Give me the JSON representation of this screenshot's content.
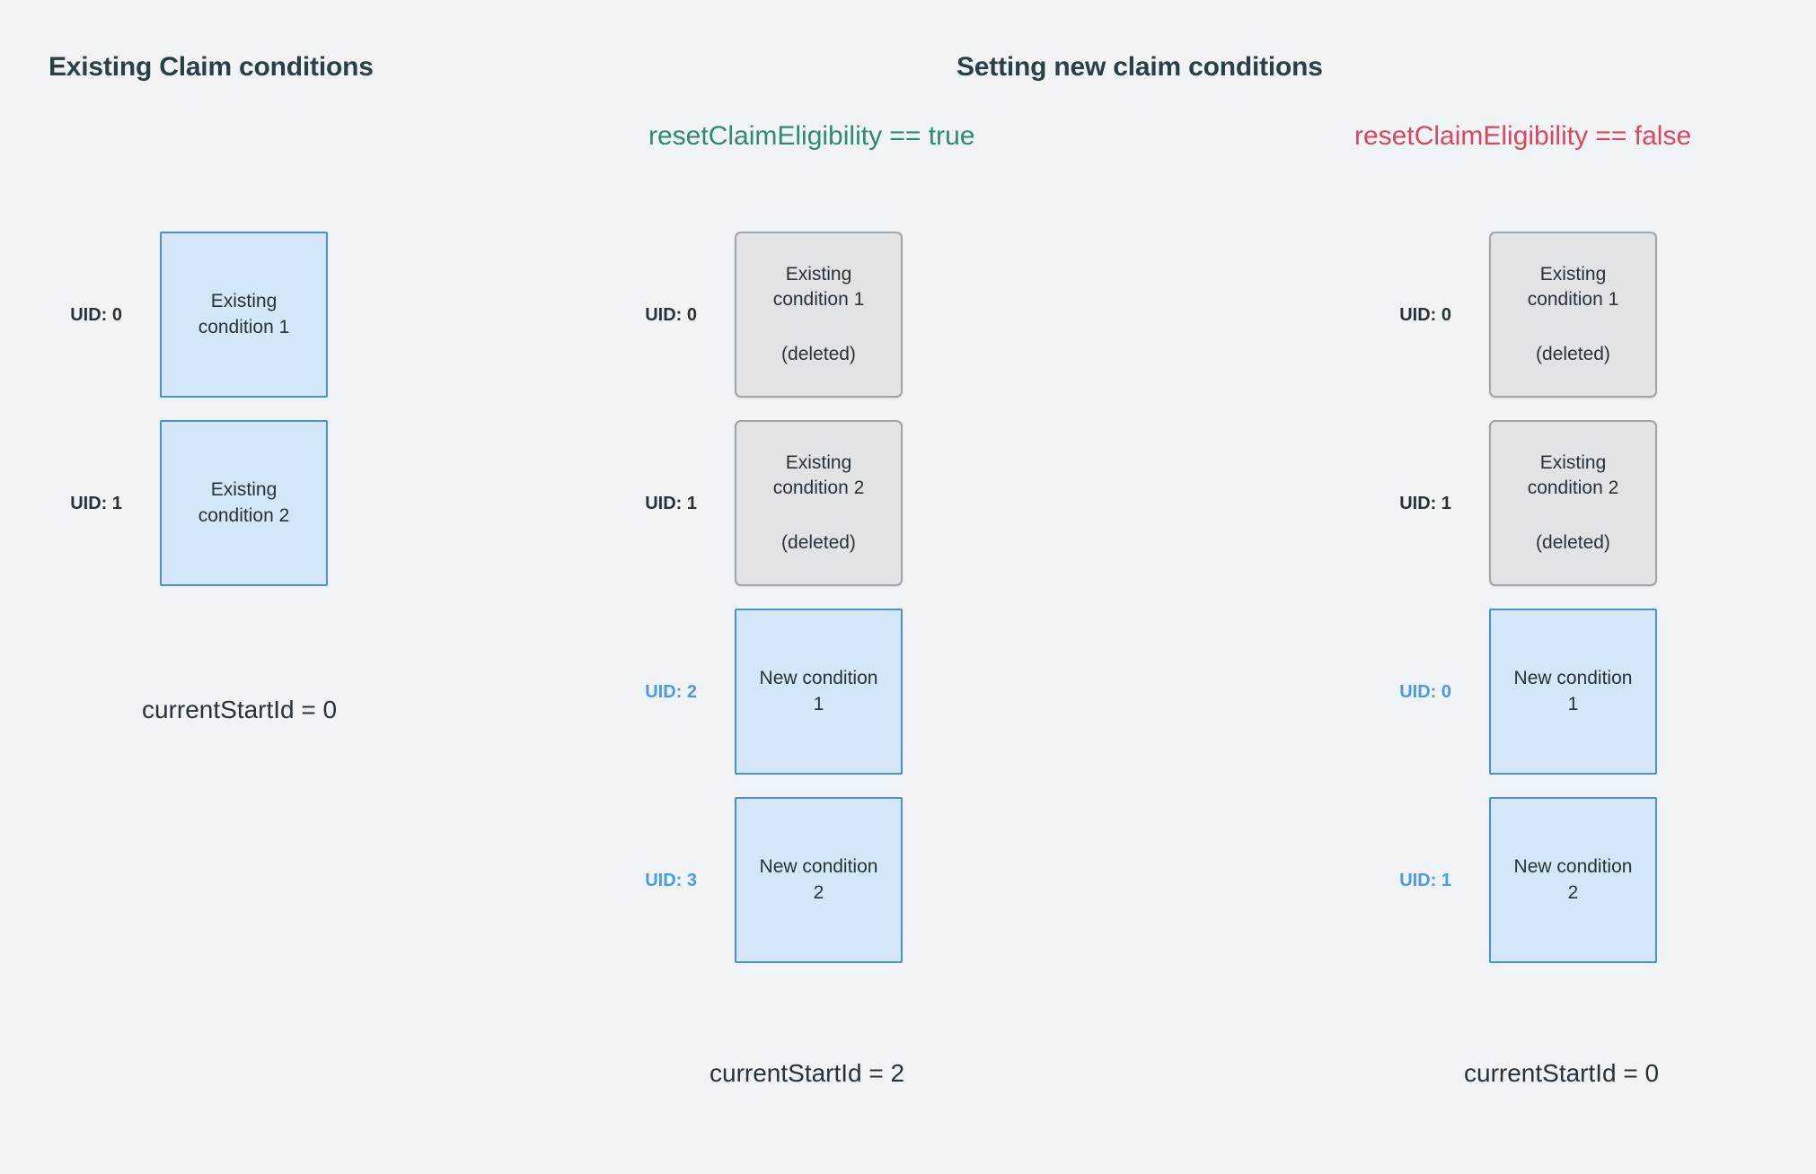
{
  "background_color": "#f0f4f6",
  "colors": {
    "heading": "#2c3e46",
    "true_flag": "#2f8a72",
    "false_flag": "#d9485f",
    "uid_existing": "#27323a",
    "uid_new": "#4a9ae8",
    "box_blue_fill": "#d4e7f9",
    "box_blue_border": "#4a90d9",
    "box_grey_fill": "#e1e4e7",
    "box_grey_border": "#9aa5ad"
  },
  "headings": {
    "existing": "Existing Claim conditions",
    "setting": "Setting new claim conditions"
  },
  "flags": {
    "reset_true": "resetClaimEligibility == true",
    "reset_false": "resetClaimEligibility == false"
  },
  "deleted_note": "(deleted)",
  "columns": {
    "existing": {
      "rows": [
        {
          "uid": "UID: 0",
          "uid_kind": "existing",
          "box_kind": "blue",
          "line1": "Existing",
          "line2": "condition 1",
          "deleted": false
        },
        {
          "uid": "UID: 1",
          "uid_kind": "existing",
          "box_kind": "blue",
          "line1": "Existing",
          "line2": "condition 2",
          "deleted": false
        }
      ],
      "start_id": "currentStartId = 0"
    },
    "reset_true": {
      "rows": [
        {
          "uid": "UID: 0",
          "uid_kind": "existing",
          "box_kind": "grey",
          "line1": "Existing",
          "line2": "condition 1",
          "deleted": true
        },
        {
          "uid": "UID: 1",
          "uid_kind": "existing",
          "box_kind": "grey",
          "line1": "Existing",
          "line2": "condition 2",
          "deleted": true
        },
        {
          "uid": "UID: 2",
          "uid_kind": "new",
          "box_kind": "blue",
          "line1": "New condition",
          "line2": "1",
          "deleted": false
        },
        {
          "uid": "UID: 3",
          "uid_kind": "new",
          "box_kind": "blue",
          "line1": "New condition",
          "line2": "2",
          "deleted": false
        }
      ],
      "start_id": "currentStartId = 2"
    },
    "reset_false": {
      "rows": [
        {
          "uid": "UID: 0",
          "uid_kind": "existing",
          "box_kind": "grey",
          "line1": "Existing",
          "line2": "condition 1",
          "deleted": true
        },
        {
          "uid": "UID: 1",
          "uid_kind": "existing",
          "box_kind": "grey",
          "line1": "Existing",
          "line2": "condition 2",
          "deleted": true
        },
        {
          "uid": "UID: 0",
          "uid_kind": "new",
          "box_kind": "blue",
          "line1": "New condition",
          "line2": "1",
          "deleted": false
        },
        {
          "uid": "UID: 1",
          "uid_kind": "new",
          "box_kind": "blue",
          "line1": "New condition",
          "line2": "2",
          "deleted": false
        }
      ],
      "start_id": "currentStartId = 0"
    }
  }
}
